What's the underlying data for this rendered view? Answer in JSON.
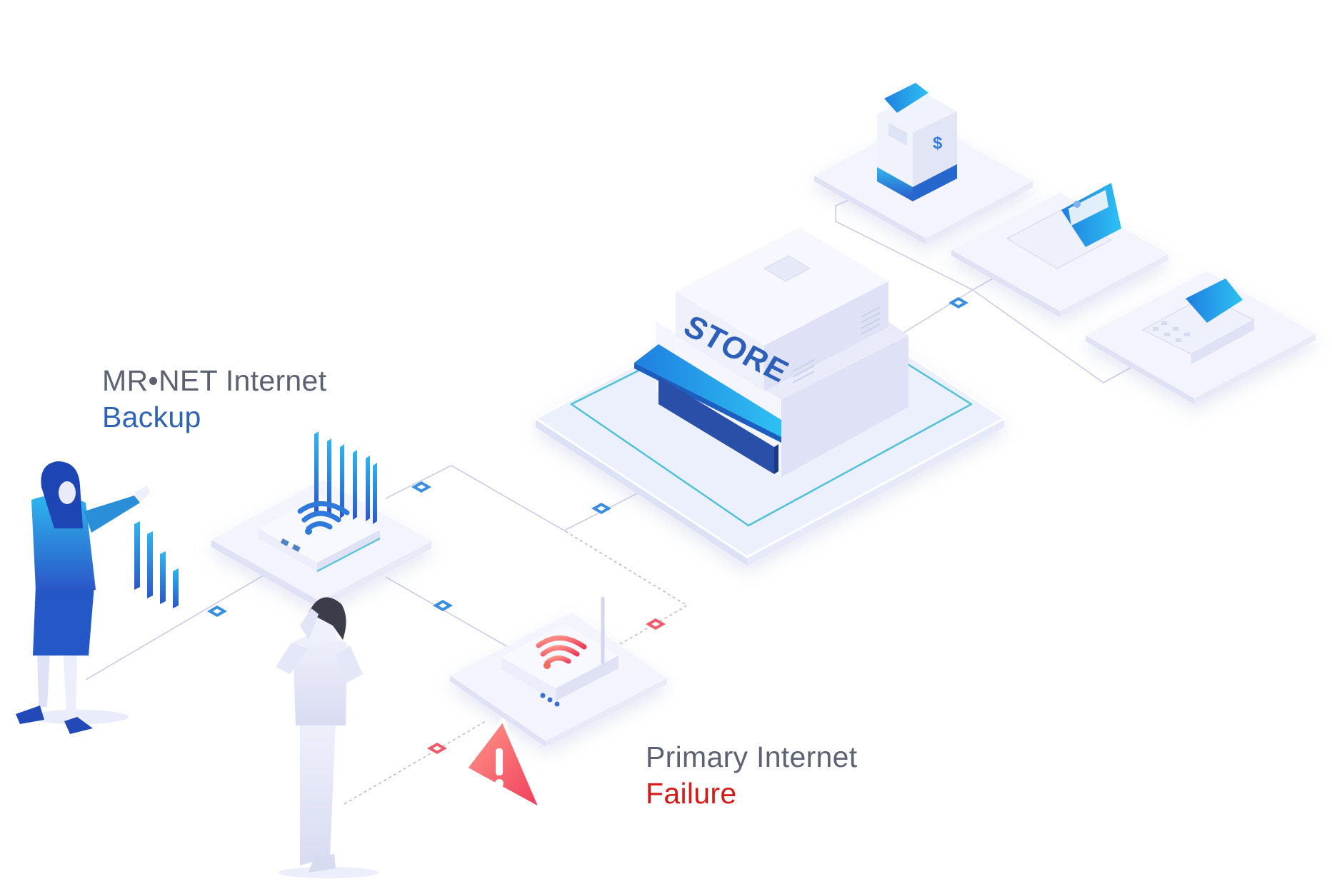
{
  "backup_label": {
    "line1": "MR•NET Internet",
    "line2": "Backup"
  },
  "failure_label": {
    "line1": "Primary Internet",
    "line2": "Failure"
  },
  "store_sign": "STORE",
  "atm_symbol": "$",
  "connections": {
    "backup": "active",
    "primary": "failed"
  },
  "colors": {
    "accent_blue": "#2f63b3",
    "failure_red": "#d61a1a",
    "node_blue": "#3a8ee0",
    "node_red": "#f05a6a",
    "label_gray": "#5d6272"
  },
  "icons": [
    "wifi-icon",
    "warning-icon",
    "atm-icon",
    "laptop-icon",
    "pos-terminal-icon",
    "signal-bars-icon"
  ]
}
